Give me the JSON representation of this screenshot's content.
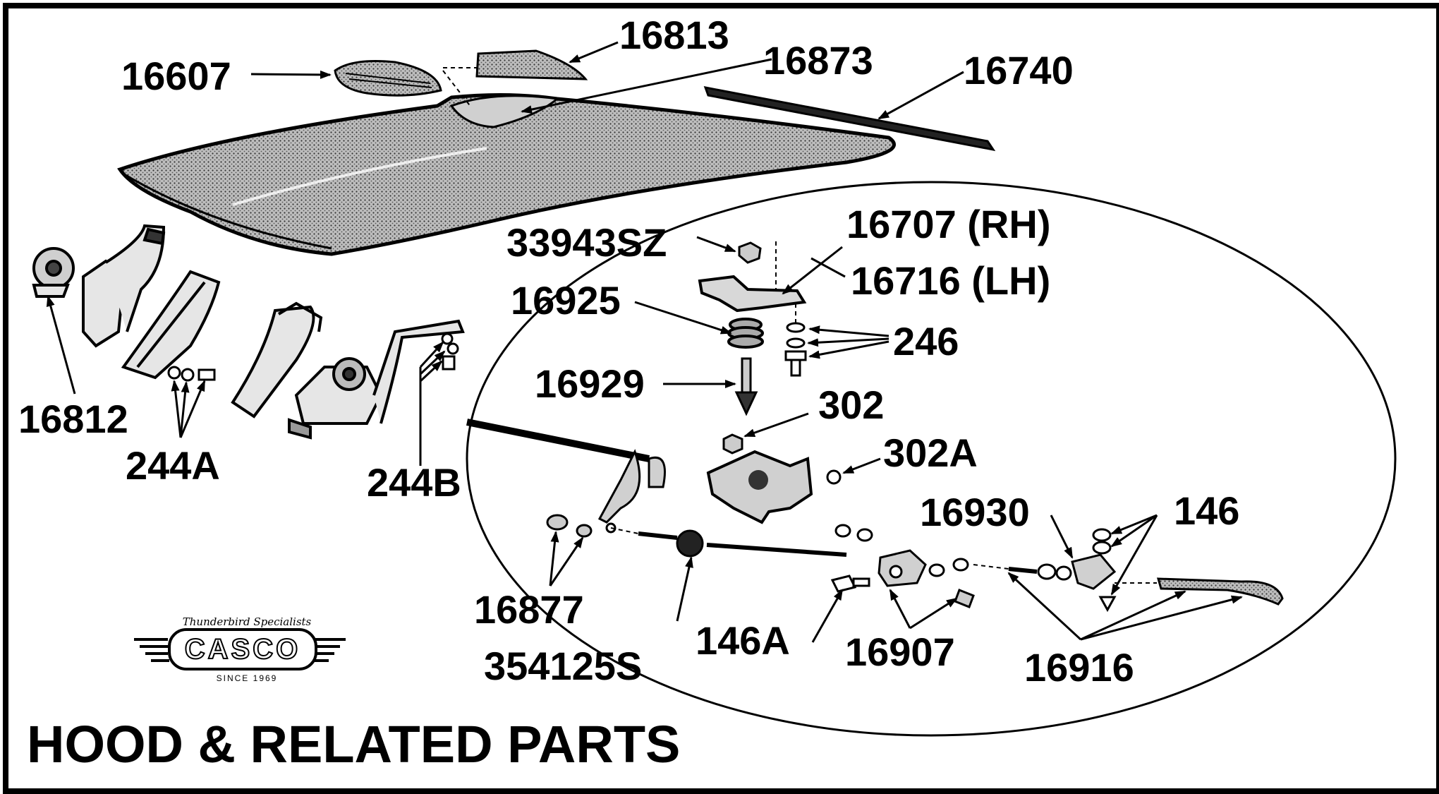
{
  "title": "HOOD & RELATED PARTS",
  "logo": {
    "script": "Thunderbird Specialists",
    "word": "CASCO",
    "since": "SINCE 1969"
  },
  "parts": [
    {
      "id": "p16607",
      "label": "16607"
    },
    {
      "id": "p16813",
      "label": "16813"
    },
    {
      "id": "p16873",
      "label": "16873"
    },
    {
      "id": "p16740",
      "label": "16740"
    },
    {
      "id": "p33943SZ",
      "label": "33943SZ"
    },
    {
      "id": "p16707",
      "label": "16707 (RH)"
    },
    {
      "id": "p16716",
      "label": "16716 (LH)"
    },
    {
      "id": "p16925",
      "label": "16925"
    },
    {
      "id": "p246",
      "label": "246"
    },
    {
      "id": "p16929",
      "label": "16929"
    },
    {
      "id": "p302",
      "label": "302"
    },
    {
      "id": "p302A",
      "label": "302A"
    },
    {
      "id": "p16812",
      "label": "16812"
    },
    {
      "id": "p244A",
      "label": "244A"
    },
    {
      "id": "p244B",
      "label": "244B"
    },
    {
      "id": "p16930",
      "label": "16930"
    },
    {
      "id": "p146",
      "label": "146"
    },
    {
      "id": "p16877",
      "label": "16877"
    },
    {
      "id": "p354125S",
      "label": "354125S"
    },
    {
      "id": "p146A",
      "label": "146A"
    },
    {
      "id": "p16907",
      "label": "16907"
    },
    {
      "id": "p16916",
      "label": "16916"
    }
  ],
  "colors": {
    "ink": "#000000",
    "paper": "#ffffff",
    "stipple": "#8a8a8a"
  }
}
